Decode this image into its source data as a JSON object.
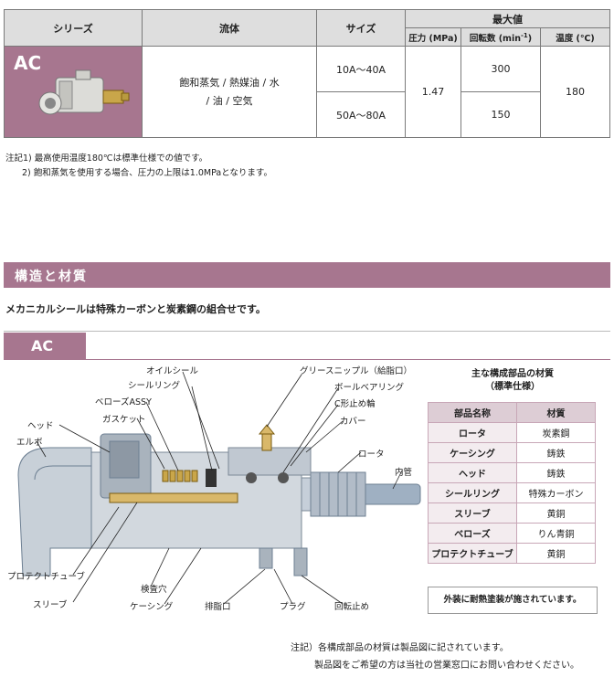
{
  "spec_table": {
    "headers": {
      "series": "シリーズ",
      "fluid": "流体",
      "size": "サイズ",
      "max_values": "最大値",
      "pressure": "圧力 (MPa)",
      "rpm": "回転数 (min",
      "rpm_sup": "-1",
      "rpm_close": ")",
      "temp": "温度 (℃)"
    },
    "series": "AC",
    "fluid_line1": "飽和蒸気 / 熱媒油 / 水",
    "fluid_line2": "/ 油 / 空気",
    "rows": [
      {
        "size": "10A～40A",
        "rpm": "300"
      },
      {
        "size": "50A～80A",
        "rpm": "150"
      }
    ],
    "pressure": "1.47",
    "temp": "180"
  },
  "notes": [
    "注記1) 最高使用温度180℃は標準仕様での値です。",
    "2) 飽和蒸気を使用する場合、圧力の上限は1.0MPaとなります。"
  ],
  "section": {
    "title": "構造と材質",
    "lead": "メカニカルシールは特殊カーボンと炭素鋼の組合せです。",
    "tab": "AC"
  },
  "diagram_labels": {
    "oil_seal": "オイルシール",
    "seal_ring": "シールリング",
    "bellows_assy": "ベローズASSY",
    "gasket": "ガスケット",
    "head": "ヘッド",
    "elbow": "エルボ",
    "grease_nipple": "グリースニップル（給脂口）",
    "ball_bearing": "ボールベアリング",
    "c_ring": "C形止め輪",
    "cover": "カバー",
    "rotor": "ロータ",
    "inner_pipe": "内管",
    "protect_tube": "プロテクトチューブ",
    "sleeve": "スリーブ",
    "inspection_hole": "検査穴",
    "casing": "ケーシング",
    "drain_port": "排脂口",
    "plug": "プラグ",
    "anti_rotation": "回転止め"
  },
  "materials": {
    "title_line1": "主な構成部品の材質",
    "title_line2": "（標準仕様）",
    "header_part": "部品名称",
    "header_material": "材質",
    "rows": [
      {
        "part": "ロータ",
        "material": "炭素鋼"
      },
      {
        "part": "ケーシング",
        "material": "鋳鉄"
      },
      {
        "part": "ヘッド",
        "material": "鋳鉄"
      },
      {
        "part": "シールリング",
        "material": "特殊カーボン"
      },
      {
        "part": "スリーブ",
        "material": "黄銅"
      },
      {
        "part": "ベローズ",
        "material": "りん青銅"
      },
      {
        "part": "プロテクトチューブ",
        "material": "黄銅"
      }
    ],
    "paint_note": "外装に耐熱塗装が施されています。"
  },
  "footer": [
    "注記）各構成部品の材質は製品図に記されています。",
    "製品図をご希望の方は当社の営業窓口にお問い合わせください。"
  ],
  "colors": {
    "accent": "#a7768f",
    "header_gray": "#dedede"
  }
}
